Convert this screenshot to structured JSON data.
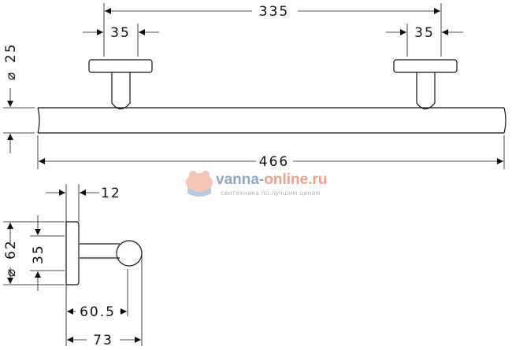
{
  "dimensions": {
    "span_between_mounts": "335",
    "left_plate": "35",
    "right_plate": "35",
    "bar_diameter_symbol": "⌀",
    "bar_diameter": "25",
    "overall_length": "466",
    "plate_thickness": "12",
    "plate_diameter_symbol": "⌀",
    "plate_diameter": "62",
    "post_spacing": "35",
    "projection_to_center": "60.5",
    "projection_total": "73"
  },
  "watermark": {
    "name_part1": "vanna-",
    "name_part2": "online.ru",
    "tagline": "сантехника по лучшим ценам"
  },
  "colors": {
    "line": "#111111",
    "watermark_blue": "#8fa7c3",
    "watermark_orange": "#f0a08a"
  }
}
